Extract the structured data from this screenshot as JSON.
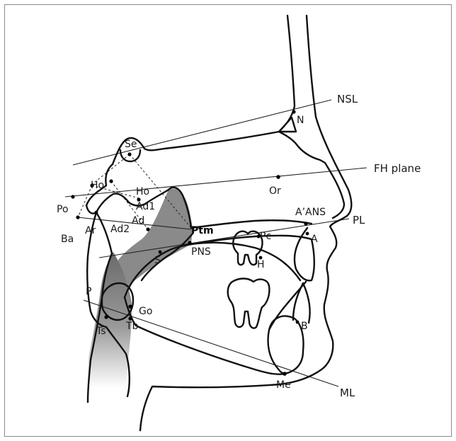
{
  "colors": {
    "airway_shade": "#555555",
    "line": "#111111",
    "background": "#ffffff"
  },
  "labels": {
    "NSL": "NSL",
    "N": "N",
    "Se": "Se",
    "FH": "FH plane",
    "Ho1": "Ho",
    "Ho2": "Ho",
    "Or": "Or",
    "Po": "Po",
    "Ad1": "Ad1",
    "Ba": "Ba",
    "Ar": "Ar",
    "Ad2": "Ad2",
    "Ad": "Ad",
    "Ptm": "Ptm",
    "AANS": "A’ANS",
    "PL": "PL",
    "A": "A",
    "PNS": "PNS",
    "Pc": "Pc",
    "S": "S",
    "H": "H",
    "P": "P",
    "Go": "Go",
    "Ts": "Ts",
    "Tb": "Tb",
    "B": "B",
    "Me": "Me",
    "ML": "ML"
  }
}
